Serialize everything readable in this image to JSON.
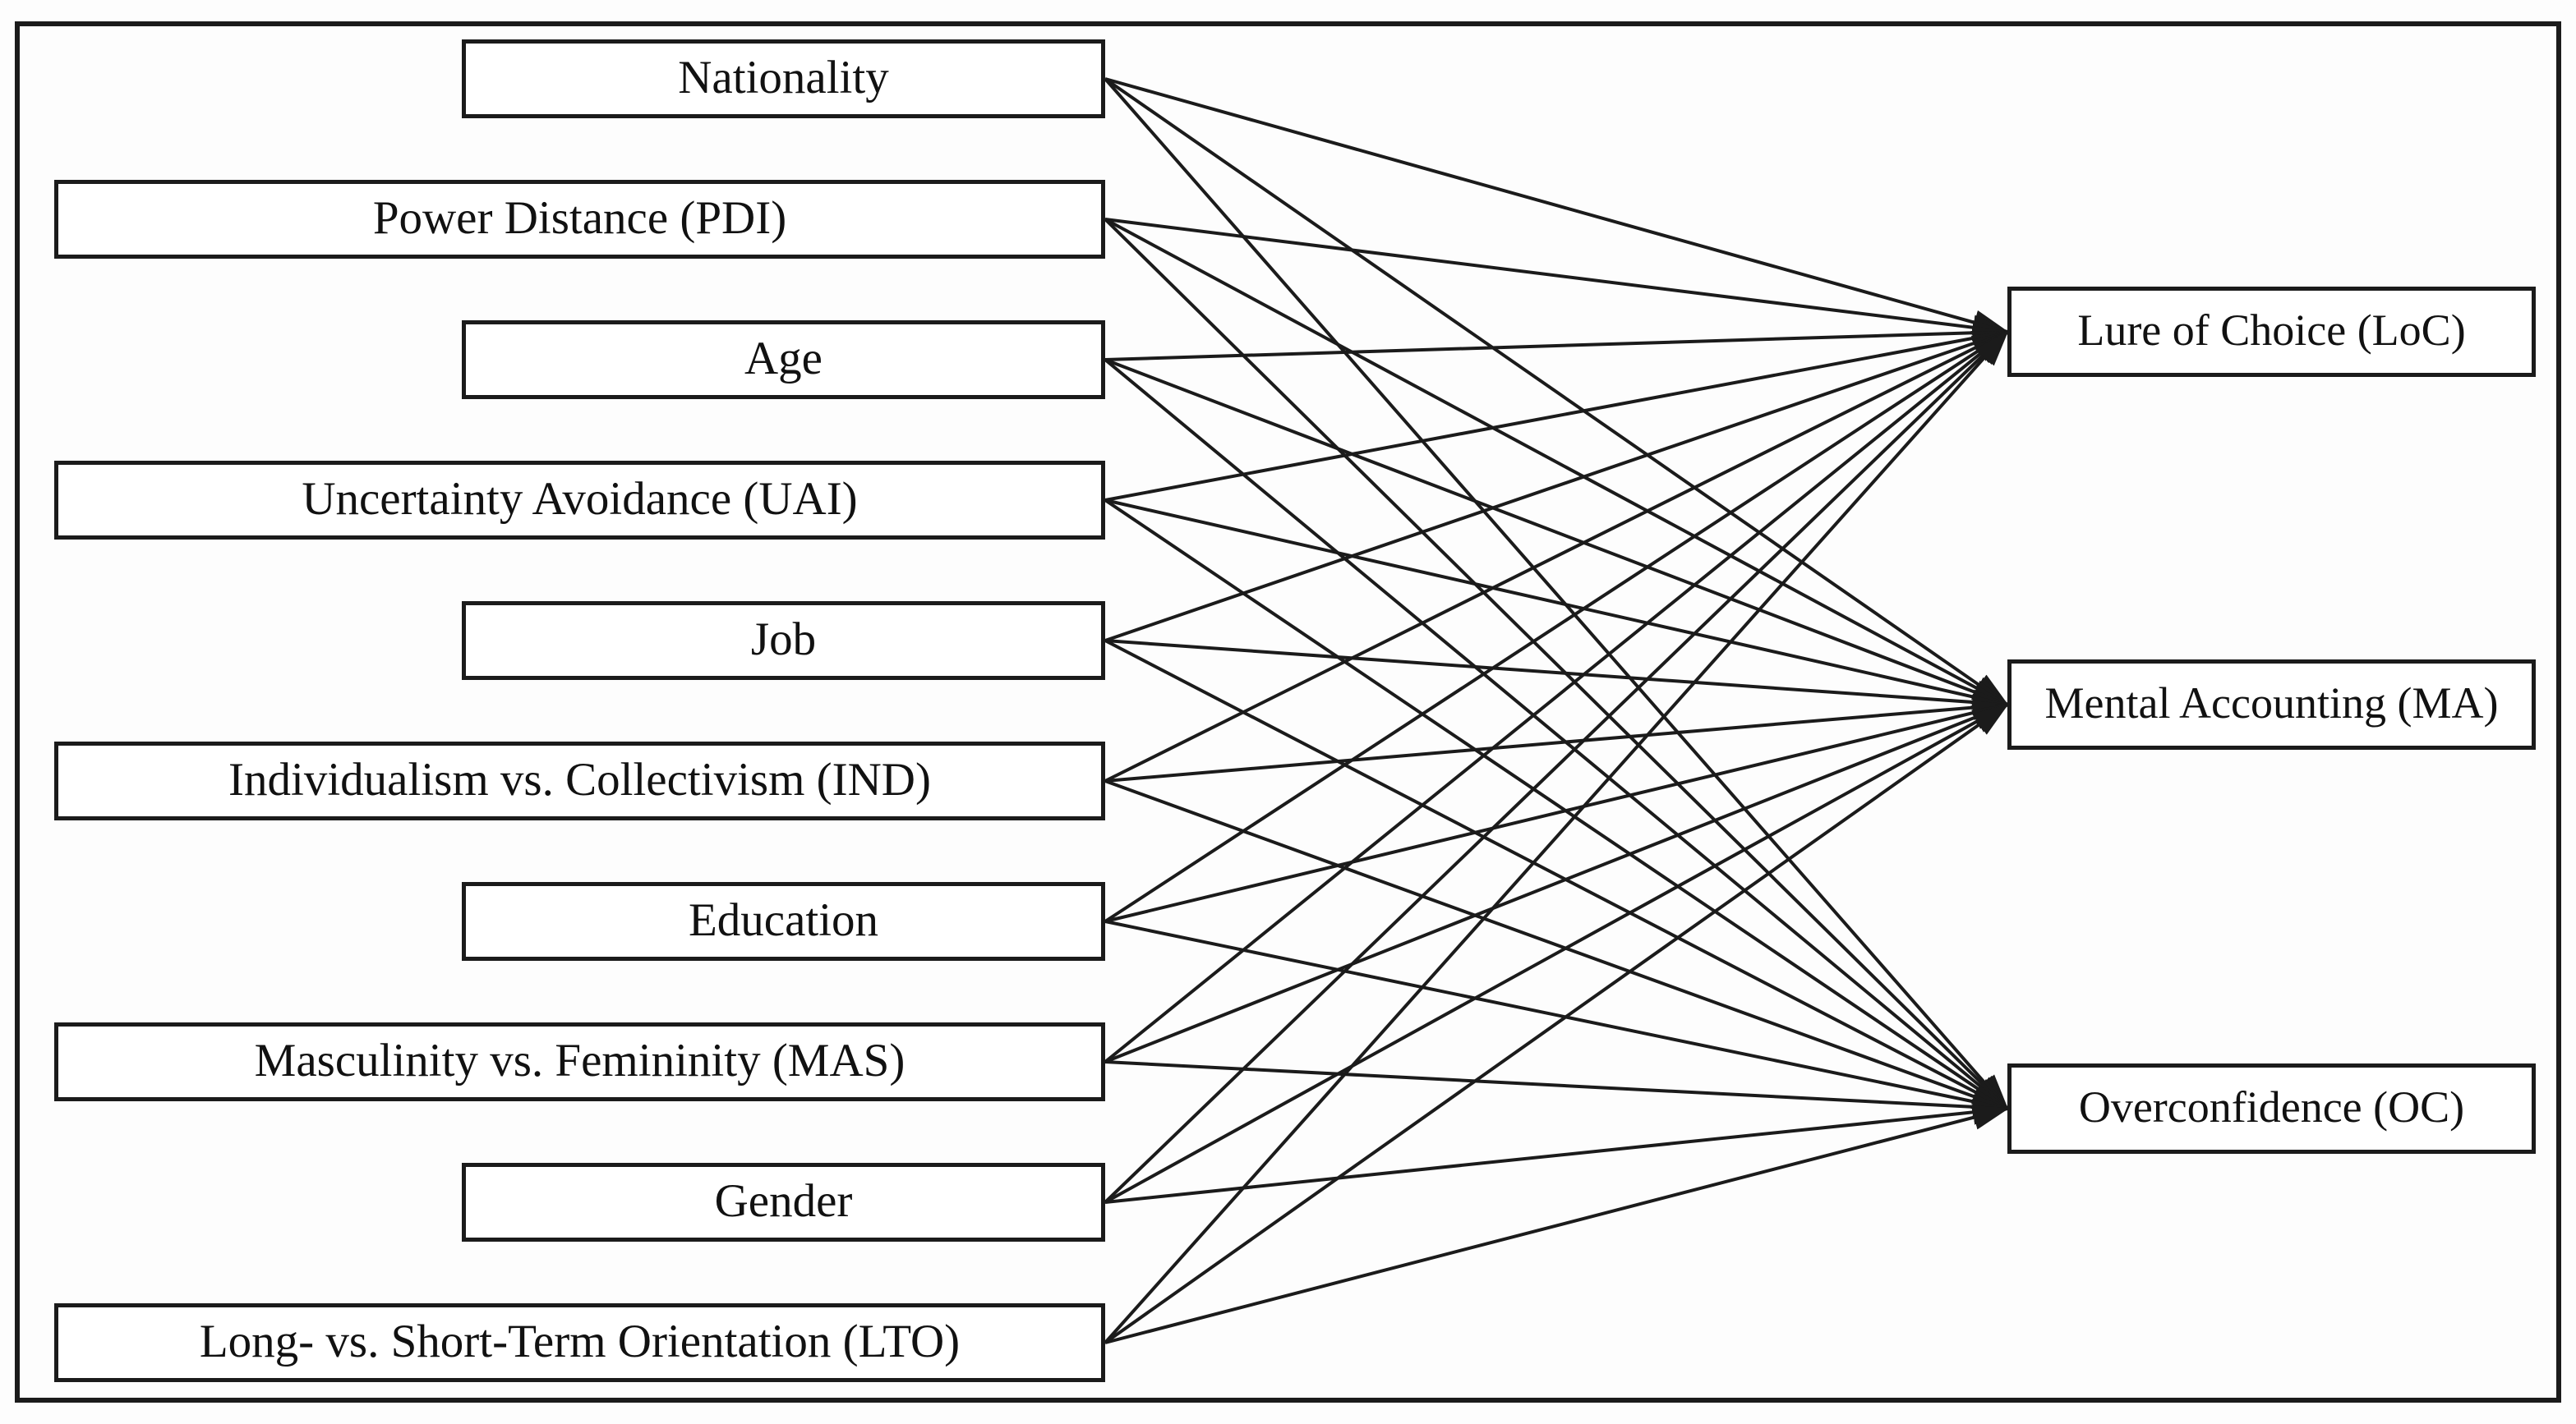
{
  "figure": {
    "kind": "conceptual-path-model",
    "predictors": [
      {
        "id": "nationality",
        "label": "Nationality",
        "width": "narrow"
      },
      {
        "id": "pdi",
        "label": "Power Distance (PDI)",
        "width": "wide"
      },
      {
        "id": "age",
        "label": "Age",
        "width": "narrow"
      },
      {
        "id": "uai",
        "label": "Uncertainty Avoidance (UAI)",
        "width": "wide"
      },
      {
        "id": "job",
        "label": "Job",
        "width": "narrow"
      },
      {
        "id": "ind",
        "label": "Individualism vs. Collectivism (IND)",
        "width": "wide"
      },
      {
        "id": "education",
        "label": "Education",
        "width": "narrow"
      },
      {
        "id": "mas",
        "label": "Masculinity vs. Femininity (MAS)",
        "width": "wide"
      },
      {
        "id": "gender",
        "label": "Gender",
        "width": "narrow"
      },
      {
        "id": "lto",
        "label": "Long- vs. Short-Term Orientation (LTO)",
        "width": "wide"
      }
    ],
    "outcomes": [
      {
        "id": "loc",
        "label": "Lure of Choice (LoC)"
      },
      {
        "id": "ma",
        "label": "Mental Accounting (MA)"
      },
      {
        "id": "oc",
        "label": "Overconfidence (OC)"
      }
    ],
    "edges": [
      [
        "nationality",
        "loc"
      ],
      [
        "nationality",
        "ma"
      ],
      [
        "nationality",
        "oc"
      ],
      [
        "pdi",
        "loc"
      ],
      [
        "pdi",
        "ma"
      ],
      [
        "pdi",
        "oc"
      ],
      [
        "age",
        "loc"
      ],
      [
        "age",
        "ma"
      ],
      [
        "age",
        "oc"
      ],
      [
        "uai",
        "loc"
      ],
      [
        "uai",
        "ma"
      ],
      [
        "uai",
        "oc"
      ],
      [
        "job",
        "loc"
      ],
      [
        "job",
        "ma"
      ],
      [
        "job",
        "oc"
      ],
      [
        "ind",
        "loc"
      ],
      [
        "ind",
        "ma"
      ],
      [
        "ind",
        "oc"
      ],
      [
        "education",
        "loc"
      ],
      [
        "education",
        "ma"
      ],
      [
        "education",
        "oc"
      ],
      [
        "mas",
        "loc"
      ],
      [
        "mas",
        "ma"
      ],
      [
        "mas",
        "oc"
      ],
      [
        "gender",
        "loc"
      ],
      [
        "gender",
        "ma"
      ],
      [
        "gender",
        "oc"
      ],
      [
        "lto",
        "loc"
      ],
      [
        "lto",
        "ma"
      ],
      [
        "lto",
        "oc"
      ]
    ],
    "colors": {
      "line": "#1b1b1b",
      "box_border": "#1b1b1b",
      "box_fill": "#ffffff",
      "background": "#fdfdfd",
      "text": "#111111"
    }
  }
}
